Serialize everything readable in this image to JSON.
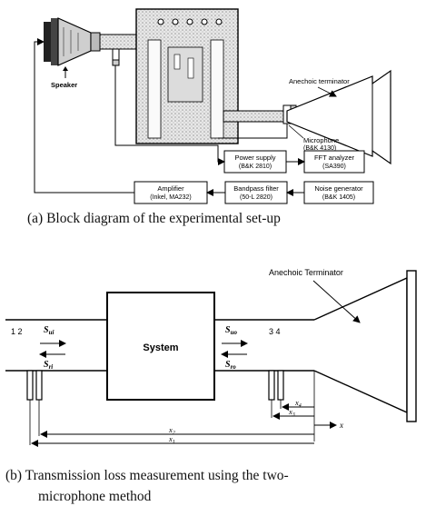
{
  "diagram_a": {
    "labels": {
      "speaker": "Speaker",
      "anechoic_terminator": "Anechoic terminator",
      "microphone": "Microphone",
      "microphone_model": "(B&K 4130)",
      "power_supply": "Power supply",
      "power_supply_model": "(B&K 2810)",
      "fft_analyzer": "FFT analyzer",
      "fft_analyzer_model": "(SA390)",
      "amplifier": "Amplifier",
      "amplifier_model": "(Inkel, MA232)",
      "bandpass_filter": "Bandpass filter",
      "bandpass_filter_model": "(50-L 2820)",
      "noise_generator": "Noise generator",
      "noise_generator_model": "(B&K 1405)"
    },
    "caption": "(a)  Block diagram of the experimental set-up"
  },
  "diagram_b": {
    "anechoic_terminator": "Anechoic Terminator",
    "system": "System",
    "mic_numbers_left": "1 2",
    "mic_numbers_right": "3 4",
    "s_ui": "S",
    "s_ui_sub": "ui",
    "s_ri": "S",
    "s_ri_sub": "ri",
    "s_uo": "S",
    "s_uo_sub": "uo",
    "s_ro": "S",
    "s_ro_sub": "ro",
    "x4": "x",
    "x4_sub": "4",
    "x3": "x",
    "x3_sub": "3",
    "x2": "x",
    "x2_sub": "2",
    "x1": "x",
    "x1_sub": "1",
    "x_axis": "x",
    "caption_line1": "(b)  Transmission loss measurement using the two-",
    "caption_line2": "microphone method"
  }
}
